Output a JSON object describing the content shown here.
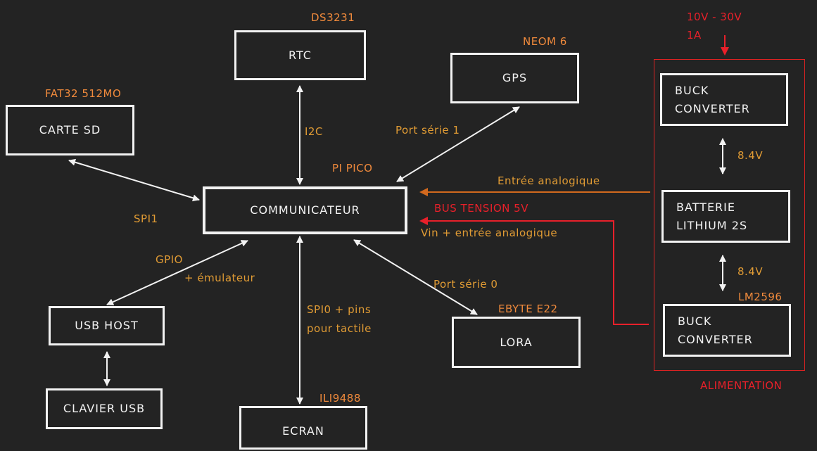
{
  "colors": {
    "background": "#232323",
    "box": "#f2f2f2",
    "chip_label": "#f08a3c",
    "bus_label": "#e09b34",
    "power": "#e8202a"
  },
  "blocks": {
    "rtc": "RTC",
    "gps": "GPS",
    "sd": "CARTE SD",
    "main": "COMMUNICATEUR",
    "usb_host": "USB HOST",
    "keyboard": "CLAVIER USB",
    "screen": "ECRAN",
    "lora": "LORA",
    "buck_top": "BUCK\nCONVERTER",
    "battery": "BATTERIE\nLITHIUM 2S",
    "buck_bottom": "BUCK\nCONVERTER"
  },
  "chips": {
    "rtc": "DS3231",
    "gps": "NEOM 6",
    "sd": "FAT32 512MO",
    "main": "PI PICO",
    "lora": "EBYTE E22",
    "screen": "ILI9488",
    "buck_bottom": "LM2596"
  },
  "buses": {
    "rtc": "I2C",
    "gps": "Port série 1",
    "sd": "SPI1",
    "usb_line1": "GPIO",
    "usb_line2": "+ émulateur",
    "screen": "SPI0 + pins\npour tactile",
    "lora": "Port série 0",
    "analog_in": "Entrée analogique",
    "vin": "Vin + entrée analogique",
    "v_top": "8.4V",
    "v_bottom": "8.4V"
  },
  "power": {
    "input_voltage": "10V - 30V",
    "input_current": "1A",
    "bus": "BUS TENSION 5V",
    "section": "ALIMENTATION"
  }
}
